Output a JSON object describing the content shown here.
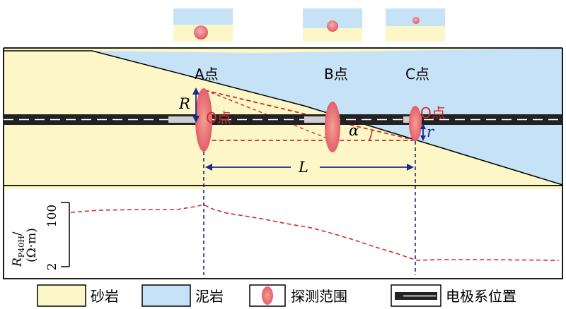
{
  "points": {
    "a": "A点",
    "b": "B点",
    "c": "C点",
    "o_left": "O点",
    "o_right": "O点"
  },
  "symbols": {
    "R": "R",
    "L": "L",
    "alpha": "α",
    "r": "r"
  },
  "log_axis": {
    "ylabel_main": "R",
    "ylabel_sub": "P40H",
    "ylabel_slash": "/",
    "ylabel_unit": "(Ω·m)",
    "ytick_top": "100",
    "ytick_bottom": "2"
  },
  "legend": {
    "sandstone": "砂岩",
    "mudstone": "泥岩",
    "detection_range": "探测范围",
    "electrode_position": "电极系位置"
  },
  "colors": {
    "sandstone": "#fdf7c8",
    "mudstone": "#c6e2f6",
    "detection": "#e8707a",
    "electrode": "#222222",
    "curve": "#d42a2a",
    "guide": "#1a2a8a"
  }
}
